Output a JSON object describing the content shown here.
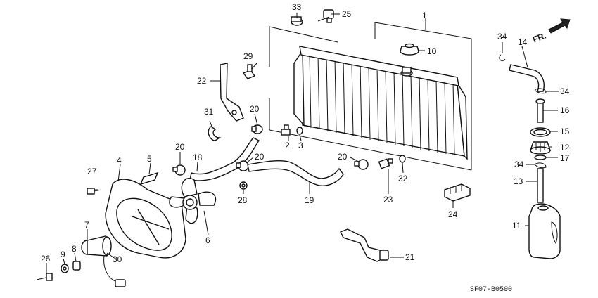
{
  "diagram": {
    "direction_label": "FR.",
    "drawing_code": "SF07-B0500",
    "callouts": [
      {
        "id": "c1",
        "label": "1"
      },
      {
        "id": "c2",
        "label": "2"
      },
      {
        "id": "c3",
        "label": "3"
      },
      {
        "id": "c4",
        "label": "4"
      },
      {
        "id": "c5",
        "label": "5"
      },
      {
        "id": "c6",
        "label": "6"
      },
      {
        "id": "c7",
        "label": "7"
      },
      {
        "id": "c8",
        "label": "8"
      },
      {
        "id": "c9",
        "label": "9"
      },
      {
        "id": "c10",
        "label": "10"
      },
      {
        "id": "c11",
        "label": "11"
      },
      {
        "id": "c12",
        "label": "12"
      },
      {
        "id": "c13",
        "label": "13"
      },
      {
        "id": "c14",
        "label": "14"
      },
      {
        "id": "c15",
        "label": "15"
      },
      {
        "id": "c16",
        "label": "16"
      },
      {
        "id": "c17",
        "label": "17"
      },
      {
        "id": "c18",
        "label": "18"
      },
      {
        "id": "c19",
        "label": "19"
      },
      {
        "id": "c20a",
        "label": "20"
      },
      {
        "id": "c20b",
        "label": "20"
      },
      {
        "id": "c20c",
        "label": "20"
      },
      {
        "id": "c20d",
        "label": "20"
      },
      {
        "id": "c21",
        "label": "21"
      },
      {
        "id": "c22",
        "label": "22"
      },
      {
        "id": "c23",
        "label": "23"
      },
      {
        "id": "c24",
        "label": "24"
      },
      {
        "id": "c25",
        "label": "25"
      },
      {
        "id": "c26",
        "label": "26"
      },
      {
        "id": "c27",
        "label": "27"
      },
      {
        "id": "c28",
        "label": "28"
      },
      {
        "id": "c29",
        "label": "29"
      },
      {
        "id": "c30",
        "label": "30"
      },
      {
        "id": "c31",
        "label": "31"
      },
      {
        "id": "c32",
        "label": "32"
      },
      {
        "id": "c33",
        "label": "33"
      },
      {
        "id": "c34a",
        "label": "34"
      },
      {
        "id": "c34b",
        "label": "34"
      },
      {
        "id": "c34c",
        "label": "34"
      }
    ]
  }
}
